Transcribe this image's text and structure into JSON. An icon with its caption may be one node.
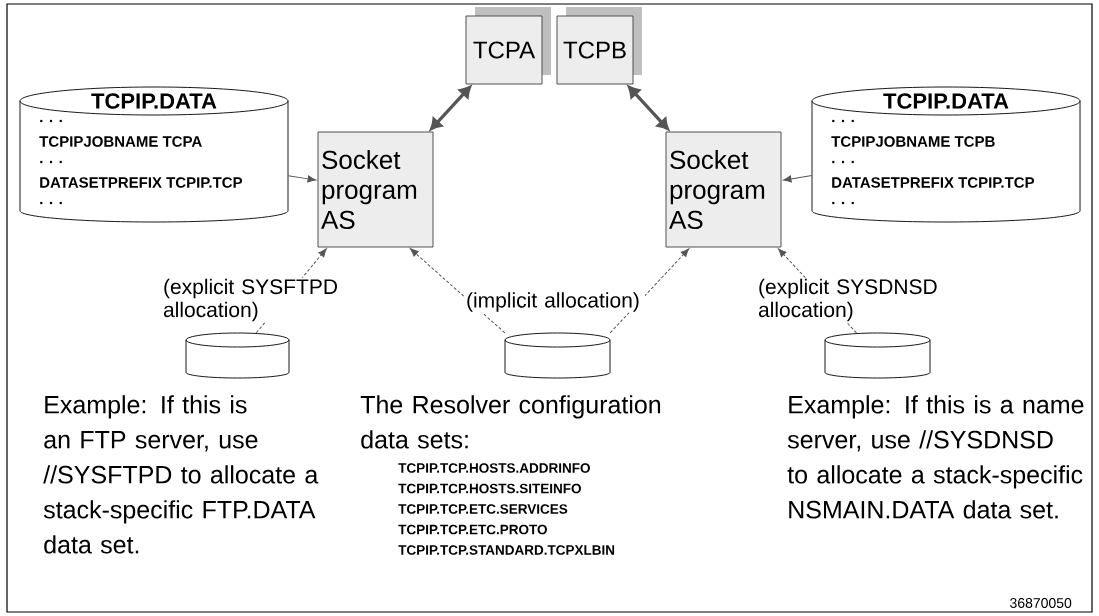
{
  "diagram": {
    "nodes": [
      {
        "text": [
          "TCPIP.DATA",
          ". . .",
          "TCPIPJOBNAME TCPA",
          ". . .",
          "DATASETPREFIX TCPIP.TCP",
          ". . ."
        ]
      },
      {
        "text": [
          "Socket program AS"
        ]
      },
      {
        "text": [
          "TCPA"
        ]
      },
      {
        "text": [
          "TCPB"
        ]
      },
      {
        "text": [
          "Socket program AS"
        ]
      },
      {
        "text": [
          "TCPIP.DATA",
          ". . .",
          "TCPIPJOBNAME TCPB",
          ". . .",
          "DATASETPREFIX TCPIP.TCP",
          ". . ."
        ]
      },
      {
        "text": [],
        "shape": "cylinder",
        "beside": [
          "Example: If this is an FTP server, use //SYSFTPD to allocate a stack-specific FTP.DATA data set."
        ]
      },
      {
        "text": [],
        "shape": "cylinder",
        "beside": [
          "The Resolver configuration data sets:",
          "TCPIP.TCP.HOSTS.ADDRINFO",
          "TCPIP.TCP.HOSTS.SITEINFO",
          "TCPIP.TCP.ETC.SERVICES",
          "TCPIP.TCP.ETC.PROTO",
          "TCPIP.TCP.STANDARD.TCPXLBIN"
        ]
      },
      {
        "text": [],
        "shape": "cylinder",
        "beside": [
          "Example: If this is a name server, use //SYSDNSD to allocate a stack-specific NSMAIN.DATA data set."
        ]
      }
    ],
    "edges": [
      {
        "from": 0,
        "to": 1,
        "arrow": "to"
      },
      {
        "from": 5,
        "to": 4,
        "arrow": "to"
      },
      {
        "from": 1,
        "to": 2,
        "arrow": "both",
        "style": "thick"
      },
      {
        "from": 4,
        "to": 3,
        "arrow": "both",
        "style": "thick"
      },
      {
        "from": 6,
        "to": 1,
        "arrow": "to",
        "style": "dashed",
        "label": "(explicit SYSFTPD allocation)"
      },
      {
        "from": 7,
        "to": 1,
        "arrow": "to",
        "style": "dashed",
        "label": "(implicit allocation)"
      },
      {
        "from": 7,
        "to": 4,
        "arrow": "to",
        "style": "dashed"
      },
      {
        "from": 8,
        "to": 4,
        "arrow": "to",
        "style": "dashed",
        "label": "(explicit SYSDNSD allocation)"
      }
    ],
    "labels": [
      "36870050"
    ]
  }
}
